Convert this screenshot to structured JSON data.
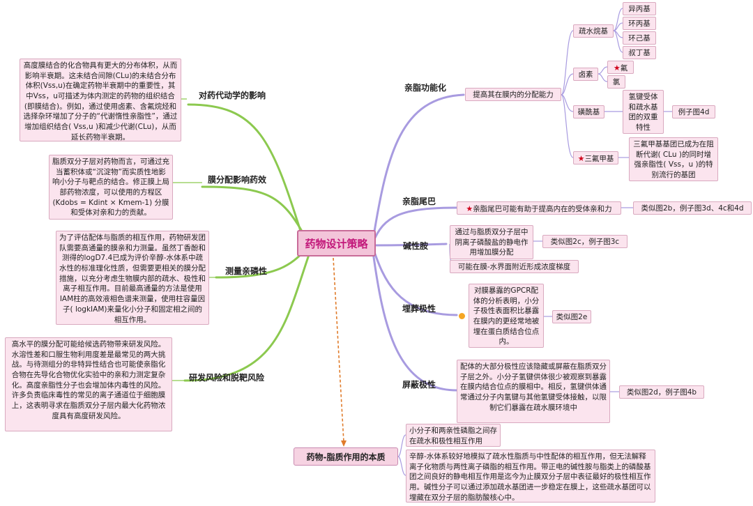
{
  "center": {
    "label": "药物设计策略"
  },
  "left": {
    "pk": {
      "label": "对药代动学的影响",
      "text": "高度膜结合的化合物具有更大的分布体积，从而影响半衰期。这未结合间隙(CLu)的未结合分布体积(Vss,u)在确定药物半衰期中的重要性，其中Vss，u可描述为体内测定的药物的组织结合(即膜结合)。例如，通过使用卤素、含氟烷烃和选择杂环增加了分子的“代谢惰性亲脂性”，通过增加组织结合( Vss,u )和减少代谢(CLu)，从而延长药物半衰期。"
    },
    "partition": {
      "label": "膜分配影响药效",
      "text": "脂质双分子层对药物而言，可通过充当蓄积体或“沉淀物”而实质性地影响小分子与靶点的结合。修正膜上局部药物浓度，可以使用的方程区 (Kdobs = Kdint × Kmem-1) 分膜和受体对亲和力的贡献。"
    },
    "measure": {
      "label": "测量亲磷性",
      "text": "为了评估配体与脂质的相互作用，药物研发团队需要高通量的膜亲和力测量。虽然丁香酚和测得的logD7.4已成为评价辛醇-水体系中疏水性的标准理化性质，但需要更相关的膜分配措施，以充分考虑生物膜内部的疏水、极性和离子相互作用。目前最高通量的方法是使用IAM柱的高效液相色谱来测量，使用柱容量因子( logkIAM)来量化小分子和固定相之间的相互作用。"
    },
    "risk": {
      "label": "研发风险和脱靶风险",
      "text": "高水平的膜分配可能给候选药物带来研发风险。水溶性差和口服生物利用度差是最常见的两大挑战。与待测组分的非特异性结合也可能使亲脂化合物在先导化合物优化实验中的亲和力测定复杂化。高度亲脂性分子也会增加体内毒性的风险。许多负责临床毒性的常见的离子通道位于细胞膜上，这表明寻求在脂质双分子层内最大化药物浓度具有高度研发风险。"
    }
  },
  "right": {
    "func": {
      "label": "亲脂功能化",
      "desc": "提高其在膜内的分配能力",
      "alkyl": {
        "label": "疏水烷基",
        "items": [
          "异丙基",
          "环丙基",
          "环己基",
          "叔丁基"
        ]
      },
      "halogen": {
        "label": "卤素",
        "items": [
          "氟",
          "氯"
        ]
      },
      "sulfonyl": {
        "label": "磺酰基",
        "desc": "氢键受体和疏水基团的双重特性",
        "example": "例子图4d"
      },
      "cf3": {
        "label": "三氟甲基",
        "desc": "三氟甲基基团已成为在阻断代谢( CLu )的同时增强亲脂性( Vss，u )的特别流行的基团"
      }
    },
    "tail": {
      "label": "亲脂尾巴",
      "desc": "亲脂尾巴可能有助于提高内在的受体亲和力",
      "example": "类似图2b，例子图3d、4c和4d"
    },
    "basic": {
      "label": "碱性胺",
      "desc": "通过与脂质双分子层中阴离子磷酸盐的静电作用增加膜分配",
      "example": "类似图2c，例子图3c",
      "desc2": "可能在膜-水界面附近形成浓度梯度"
    },
    "buried": {
      "label": "埋葬极性",
      "desc": "对膜暴露的GPCR配体的分析表明，小分子极性表面积比暴露在膜内的更经常地被埋在蛋白质结合位点内。",
      "example": "类似图2e"
    },
    "shield": {
      "label": "屏蔽极性",
      "desc": "配体的大部分极性应该隐藏或屏蔽在脂质双分子层之外。小分子氢键供体很少被观察到暴露在膜内结合位点的膜相中。相反，氢键供体通常通过分子内氢键与其他氢键受体接触，以限制它们暴露在疏水膜环境中",
      "example": "类似图2d，例子图4b"
    }
  },
  "bottom": {
    "label": "药物-脂质作用的本质",
    "text1": "小分子和两亲性磷脂之间存在疏水和极性相互作用",
    "text2": "辛醇-水体系较好地模拟了疏水性脂质与中性配体的相互作用，但无法解释离子化物质与两性离子磷脂的相互作用。带正电的碱性胺与脂类上的磷酸基团之间良好的静电相互作用是迄今为止膜双分子层中表征最好的极性相互作用。碱性分子可以通过添加疏水基团进一步稳定在膜上，这些疏水基团可以埋藏在双分子层的脂肪酸核心中。"
  },
  "colors": {
    "left_branch": "#8cc94f",
    "right_branch": "#a89be0",
    "box_fill": "#fbe4ee",
    "center_text": "#c2187a",
    "arrow": "#e07b2a"
  }
}
